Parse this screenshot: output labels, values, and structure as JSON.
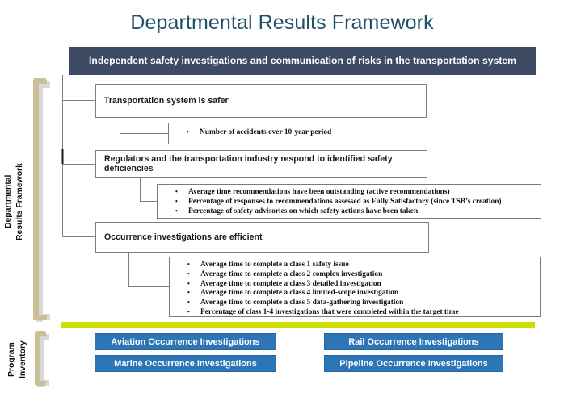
{
  "page": {
    "title": "Departmental Results Framework"
  },
  "banner": {
    "text": "Independent safety investigations and communication of risks in the transportation system",
    "background_color": "#3d4a63",
    "text_color": "#ffffff"
  },
  "sections": {
    "drf_label_line1": "Departmental",
    "drf_label_line2": "Results Framework",
    "program_label_line1": "Program",
    "program_label_line2": "Inventory",
    "brace_color": "#c9c095",
    "divider_color": "#cede00"
  },
  "results": [
    {
      "id": "result-1",
      "text": "Transportation system is safer",
      "indicators": [
        "Number of accidents over 10-year period"
      ]
    },
    {
      "id": "result-2",
      "text": "Regulators and the transportation industry respond to identified safety deficiencies",
      "indicators": [
        "Average time recommendations have been outstanding (active recommendations)",
        "Percentage of responses to recommendations assessed as Fully Satisfactory (since TSB’s creation)",
        "Percentage of safety advisories on which safety actions have been taken"
      ]
    },
    {
      "id": "result-3",
      "text": "Occurrence investigations are efficient",
      "indicators": [
        "Average time to complete a class 1 safety issue",
        "Average time to complete a class 2 complex investigation",
        "Average time to complete a class 3 detailed investigation",
        "Average time to complete a class 4 limited-scope investigation",
        "Average time to complete a class 5 data-gathering investigation",
        "Percentage of class 1-4 investigations that were completed within the target time"
      ]
    }
  ],
  "programs": {
    "accent_color": "#2e75b6",
    "items": [
      {
        "id": "aviation",
        "label": "Aviation Occurrence Investigations"
      },
      {
        "id": "marine",
        "label": "Marine Occurrence Investigations"
      },
      {
        "id": "rail",
        "label": "Rail Occurrence Investigations"
      },
      {
        "id": "pipeline",
        "label": "Pipeline Occurrence Investigations"
      }
    ]
  }
}
